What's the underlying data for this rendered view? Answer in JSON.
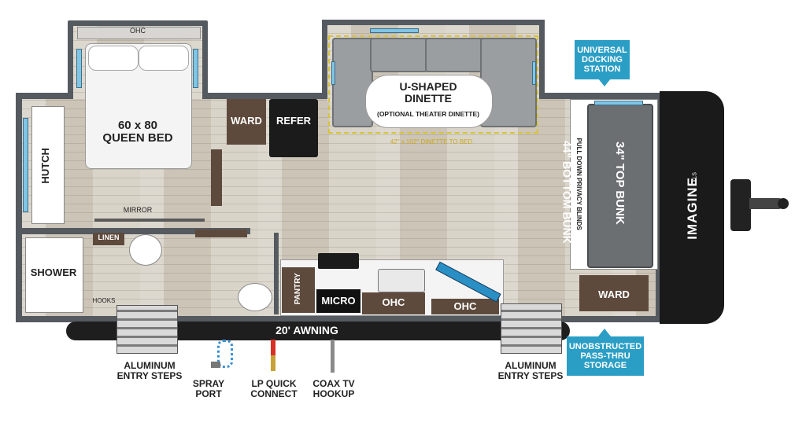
{
  "labels": {
    "ohc_bedroom": "OHC",
    "bed": "60 x 80\nQUEEN BED",
    "ward_top": "WARD",
    "refer": "REFER",
    "dinette_title": "U-SHAPED\nDINETTE",
    "dinette_sub": "(OPTIONAL THEATER DINETTE)",
    "dinette_size": "42\" x 102\" DINETTE TO BED",
    "hutch": "HUTCH",
    "mirror": "MIRROR",
    "linen": "LINEN",
    "shower": "SHOWER",
    "hooks": "HOOKS",
    "pantry": "PANTRY",
    "micro": "MICRO",
    "ohc_kitchen_1": "OHC",
    "ohc_kitchen_2": "OHC",
    "bottom_bunk": "44\" BOTTOM BUNK",
    "privacy_blinds": "PULL DOWN PRIVACY BLINDS",
    "top_bunk": "34\" TOP BUNK",
    "ward_bunk": "WARD",
    "awning": "20' AWNING",
    "brand": "IMAGINE",
    "brand_suffix": "XLS"
  },
  "callouts": {
    "docking": "UNIVERSAL\nDOCKING\nSTATION",
    "storage": "UNOBSTRUCTED\nPASS-THRU\nSTORAGE"
  },
  "captions": {
    "steps_left": "ALUMINUM\nENTRY STEPS",
    "spray": "SPRAY\nPORT",
    "lp": "LP QUICK\nCONNECT",
    "coax": "COAX TV\nHOOKUP",
    "steps_right": "ALUMINUM\nENTRY STEPS"
  },
  "colors": {
    "callout_blue": "#2b9ec5",
    "cabinet_brown": "#5e4a3c",
    "wall_gray": "#555a60",
    "cap_black": "#1a1a1a",
    "spray_hose_blue": "#3a8fd0",
    "lp_red": "#d93025"
  }
}
